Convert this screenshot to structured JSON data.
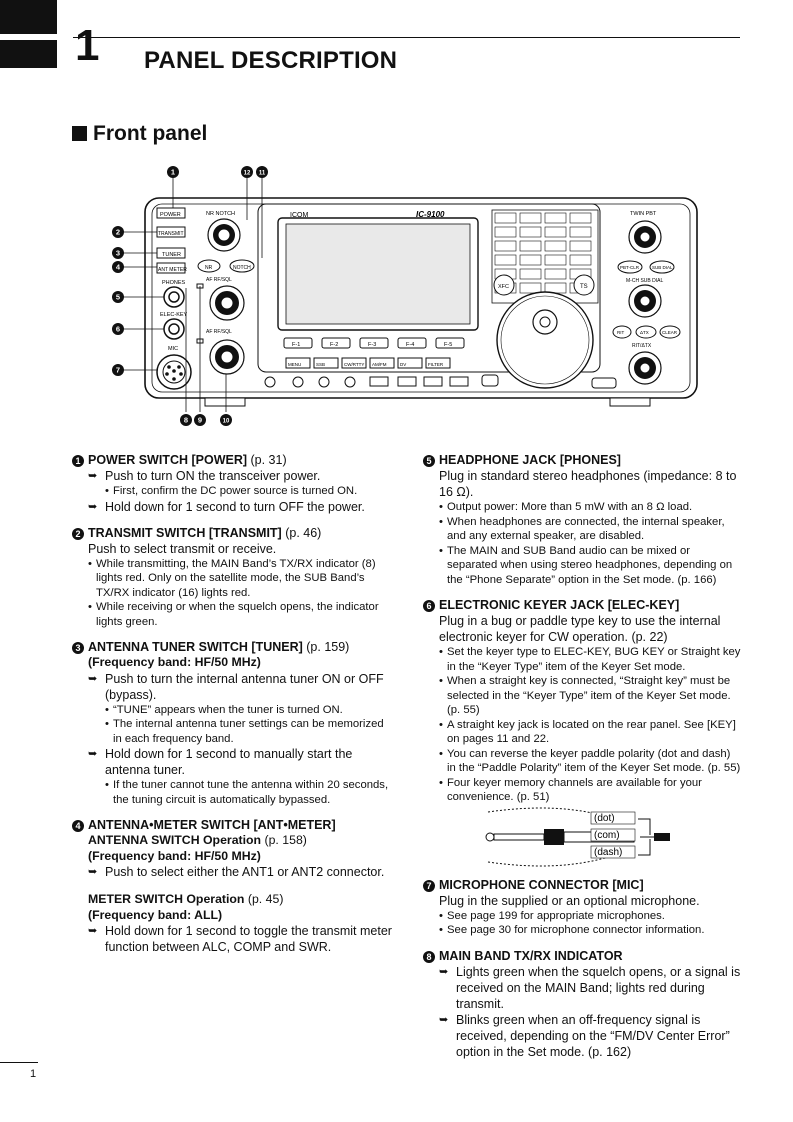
{
  "chapter": {
    "number": "1",
    "title": "PANEL DESCRIPTION"
  },
  "section_title": "Front panel",
  "figure": {
    "callouts": [
      "1",
      "2",
      "3",
      "4",
      "5",
      "6",
      "7",
      "8",
      "9",
      "10",
      "11",
      "12"
    ],
    "labels": {
      "power": "POWER",
      "transmit": "TRANSMIT",
      "tuner": "TUNER",
      "ant_meter": "ANT METER",
      "phones": "PHONES",
      "elec_key": "ELEC-KEY",
      "mic": "MIC",
      "nr_notch": "NR NOTCH",
      "nr": "NR",
      "notch": "NOTCH",
      "af_rfsql_1": "AF RF/SQL",
      "af_rfsql_2": "AF RF/SQL",
      "brand": "ICOM",
      "model": "IC-9100",
      "f_keys": [
        "F-1",
        "F-2",
        "F-3",
        "F-4",
        "F-5"
      ],
      "bottom_keys": [
        "MENU",
        "SSB",
        "CW/RTTY",
        "AM/FM",
        "DV",
        "FILTER"
      ],
      "twin_pbt": "TWIN PBT",
      "mch_sub_dial": "M-CH SUB DIAL",
      "rit_tx": "RIT/ΔTX",
      "rit": "RIT",
      "delta_tx": "ΔTX",
      "clear": "CLEAR",
      "xfc": "XFC",
      "ts": "TS",
      "pbt_clr": "PBT-CLR",
      "sub_dial": "SUB DIAL"
    }
  },
  "left_column": [
    {
      "num": "1",
      "title": "POWER SWITCH [POWER]",
      "ref": " (p. 31)",
      "lines": [
        {
          "t": "arrow",
          "x": "Push to turn ON the transceiver power."
        },
        {
          "t": "bullet2",
          "x": "First, confirm the DC power source is turned ON."
        },
        {
          "t": "arrow",
          "x": "Hold down for 1 second to turn OFF the power."
        }
      ]
    },
    {
      "num": "2",
      "title": "TRANSMIT SWITCH [TRANSMIT]",
      "ref": " (p. 46)",
      "lines": [
        {
          "t": "p",
          "x": "Push to select transmit or receive."
        },
        {
          "t": "bullet",
          "x": "While transmitting, the MAIN Band’s TX/RX indicator (8) lights red. Only on the satellite mode, the SUB Band’s TX/RX indicator (16) lights red."
        },
        {
          "t": "bullet",
          "x": "While receiving or when the squelch opens, the indicator lights green."
        }
      ]
    },
    {
      "num": "3",
      "title": "ANTENNA TUNER SWITCH [TUNER]",
      "ref": " (p. 159)",
      "subtitle": "(Frequency band: HF/50 MHz)",
      "lines": [
        {
          "t": "arrow",
          "x": "Push to turn the internal antenna tuner ON or OFF (bypass)."
        },
        {
          "t": "bullet2",
          "x": "“TUNE” appears when the tuner is turned ON."
        },
        {
          "t": "bullet2",
          "x": "The internal antenna tuner settings can be memorized in each frequency band."
        },
        {
          "t": "arrow",
          "x": "Hold down for 1 second to manually start the antenna tuner."
        },
        {
          "t": "bullet2",
          "x": "If the tuner cannot tune the antenna within 20 seconds, the tuning circuit is automatically bypassed."
        }
      ]
    },
    {
      "num": "4",
      "title": "ANTENNA•METER SWITCH [ANT•METER]",
      "ref": "",
      "subtitle": "ANTENNA SWITCH Operation",
      "subref": " (p. 158)",
      "subtitle2": "(Frequency band: HF/50 MHz)",
      "lines": [
        {
          "t": "arrow",
          "x": "Push to select either the ANT1 or ANT2 connector."
        },
        {
          "t": "gap",
          "x": ""
        },
        {
          "t": "sub",
          "x": "METER SWITCH Operation",
          "r": " (p. 45)"
        },
        {
          "t": "sub",
          "x": "(Frequency band: ALL)",
          "r": ""
        },
        {
          "t": "arrow",
          "x": "Hold down for 1 second to toggle the transmit meter function between ALC, COMP and SWR."
        }
      ]
    }
  ],
  "right_column": [
    {
      "num": "5",
      "title": "HEADPHONE JACK [PHONES]",
      "ref": "",
      "lines": [
        {
          "t": "p",
          "x": "Plug in standard stereo headphones (impedance: 8 to 16 Ω)."
        },
        {
          "t": "bullet",
          "x": "Output power: More than 5 mW with an 8 Ω load."
        },
        {
          "t": "bullet",
          "x": "When headphones are connected, the internal speaker, and any external speaker, are disabled."
        },
        {
          "t": "bullet",
          "x": "The MAIN and SUB Band audio can be mixed or separated when using stereo headphones, depending on the “Phone Separate” option in the Set mode. (p. 166)"
        }
      ]
    },
    {
      "num": "6",
      "title": "ELECTRONIC KEYER JACK [ELEC-KEY]",
      "ref": "",
      "lines": [
        {
          "t": "p",
          "x": "Plug in a bug or paddle type key to use the internal electronic keyer for CW operation. (p. 22)"
        },
        {
          "t": "bullet",
          "x": "Set the keyer type to ELEC-KEY, BUG KEY or Straight key in the “Keyer Type” item of the Keyer Set mode."
        },
        {
          "t": "bullet",
          "x": "When a straight key is connected, “Straight key” must be selected in the “Keyer Type” item of the Keyer Set mode. (p. 55)"
        },
        {
          "t": "bullet",
          "x": "A straight key jack is located on the rear panel. See [KEY] on pages 11 and 22."
        },
        {
          "t": "bullet",
          "x": "You can reverse the keyer paddle polarity (dot and dash) in the “Paddle Polarity” item of the Keyer Set mode. (p. 55)"
        },
        {
          "t": "bullet",
          "x": "Four keyer memory channels are available for your convenience. (p. 51)"
        },
        {
          "t": "plug",
          "x": ""
        }
      ]
    },
    {
      "num": "7",
      "title": "MICROPHONE CONNECTOR [MIC]",
      "ref": "",
      "lines": [
        {
          "t": "p",
          "x": "Plug in the supplied or an optional microphone."
        },
        {
          "t": "bullet",
          "x": "See page 199 for appropriate microphones."
        },
        {
          "t": "bullet",
          "x": "See page 30 for microphone connector information."
        }
      ]
    },
    {
      "num": "8",
      "title": "MAIN BAND TX/RX INDICATOR",
      "ref": "",
      "lines": [
        {
          "t": "arrow",
          "x": "Lights green when the squelch opens, or a signal is received on the MAIN Band; lights red during transmit."
        },
        {
          "t": "arrow",
          "x": "Blinks green when an off-frequency signal is received, depending on the “FM/DV Center Error” option in the Set mode. (p. 162)"
        }
      ]
    }
  ],
  "plug_labels": {
    "dot": "(dot)",
    "com": "(com)",
    "dash": "(dash)"
  },
  "page_number": "1"
}
